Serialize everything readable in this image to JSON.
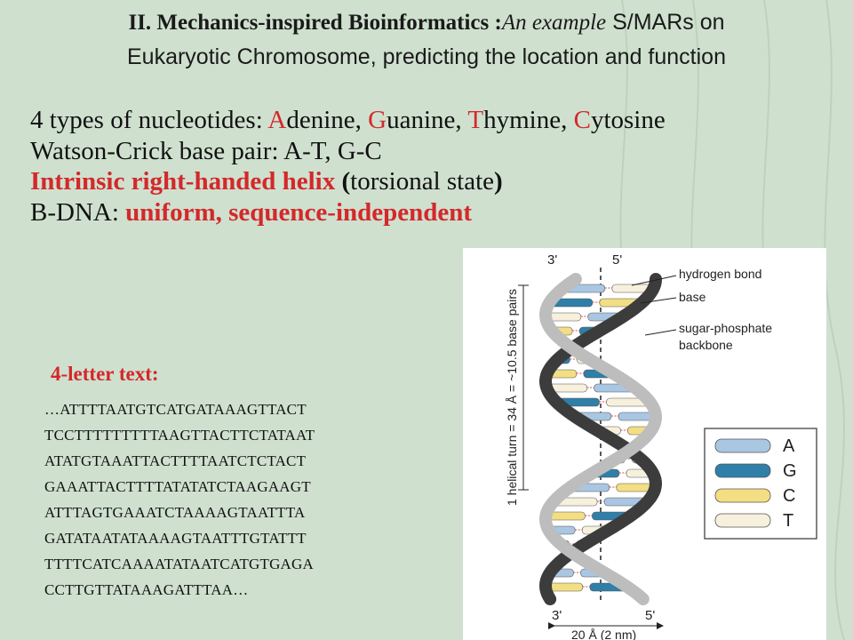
{
  "title": {
    "bold_part": "II.  Mechanics-inspired Bioinformatics :",
    "italic_part": "An example",
    "sans_part1": " S/MARs on",
    "line2": "Eukaryotic Chromosome, predicting the location and  function"
  },
  "bullets": {
    "line1": {
      "prefix": "4 types of nucleotides: ",
      "items": [
        {
          "initial": "A",
          "rest": "denine, "
        },
        {
          "initial": "G",
          "rest": "uanine, "
        },
        {
          "initial": "T",
          "rest": "hymine, "
        },
        {
          "initial": "C",
          "rest": "ytosine"
        }
      ]
    },
    "line2": "Watson-Crick base pair: A-T, G-C",
    "line3": {
      "red": "Intrinsic right-handed helix",
      "open": " (",
      "black": "torsional state",
      "close": ")"
    },
    "line4": {
      "black": "B-DNA: ",
      "red": "uniform, sequence-independent"
    }
  },
  "sequence": {
    "heading": "4-letter text:",
    "lines": [
      "…ATTTTAATGTCATGATAAAGTTACT",
      "TCCTTTTTTTTTAAGTTACTTCTATAAT",
      "ATATGTAAATTACTTTTAATCTCTACT",
      "GAAATTACTTTTATATATCTAAGAAGT",
      "ATTTAGTGAAATCTAAAAGTAATTTA",
      "GATATAATATAAAAGTAATTTGTATTT",
      "TTTTCATCAAAATATAATCATGTGAGA",
      "CCTTGTTATAAAGATTTAA…"
    ]
  },
  "diagram": {
    "top_left_label": "3'",
    "top_right_label": "5'",
    "bottom_left_label": "3'",
    "bottom_right_label": "5'",
    "annotations": {
      "hydrogen_bond": "hydrogen bond",
      "base": "base",
      "backbone_line1": "sugar-phosphate",
      "backbone_line2": "backbone"
    },
    "vertical_label": "1 helical turn = 34 Å = ~10.5 base pairs",
    "width_label": "20 Å (2 nm)",
    "legend": [
      {
        "letter": "A",
        "color": "#a9c6e2"
      },
      {
        "letter": "G",
        "color": "#2f7fa8"
      },
      {
        "letter": "C",
        "color": "#f3de83"
      },
      {
        "letter": "T",
        "color": "#f7f0dc"
      }
    ],
    "colors": {
      "backbone_dark": "#3c3c3c",
      "backbone_light": "#bdbdbd",
      "h_bond": "#e07070"
    }
  }
}
